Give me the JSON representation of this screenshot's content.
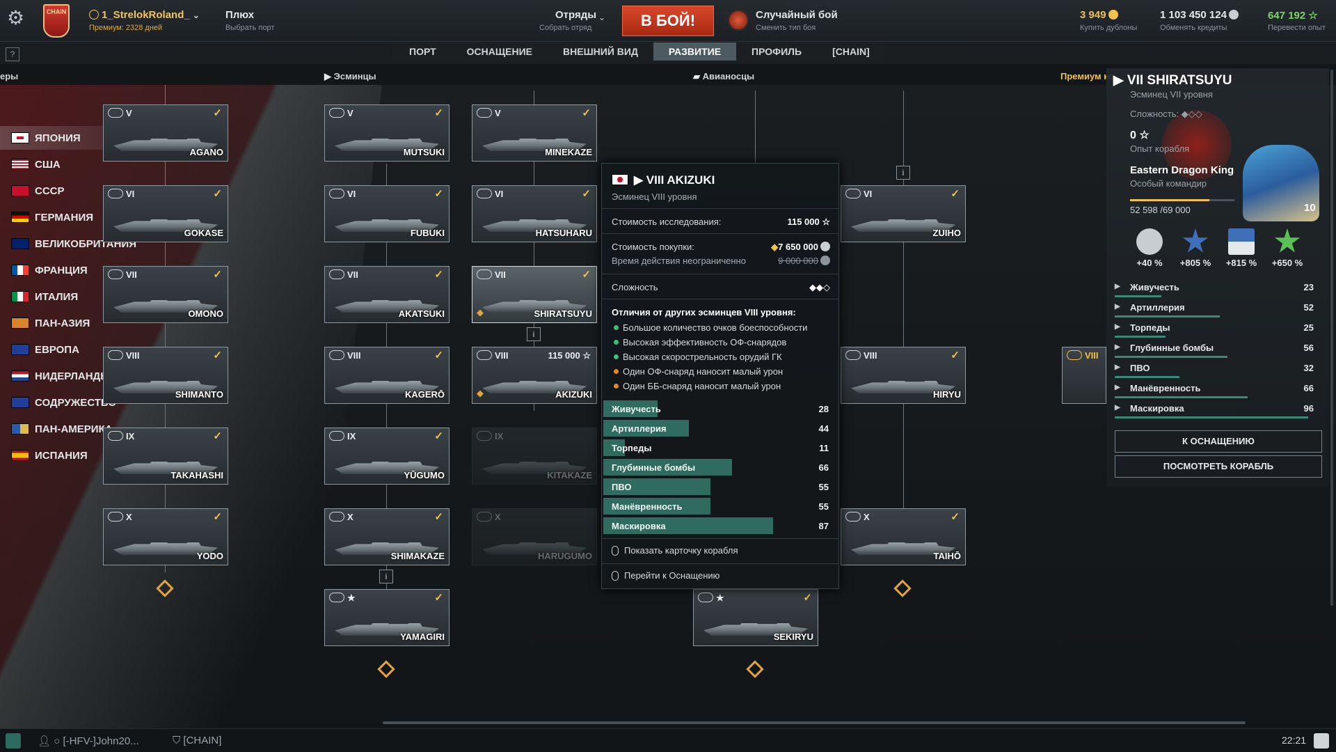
{
  "header": {
    "username": "1_StrelokRoland_",
    "premium": "Премиум: 2328 дней",
    "port_name": "Плюх",
    "port_sub": "Выбрать порт",
    "division": "Отряды",
    "division_sub": "Собрать отряд",
    "battle_button": "В БОЙ!",
    "mode": "Случайный бой",
    "mode_sub": "Сменить тип боя",
    "doubloons": "3 949",
    "doubloons_sub": "Купить дублоны",
    "credits": "1 103 450 124",
    "credits_sub": "Обменять кредиты",
    "freexp": "647 192",
    "freexp_sub": "Перевести опыт",
    "clan_tag": "CHAIN"
  },
  "tabs": [
    "ПОРТ",
    "ОСНАЩЕНИЕ",
    "ВНЕШНИЙ ВИД",
    "РАЗВИТИЕ",
    "ПРОФИЛЬ",
    "[CHAIN]"
  ],
  "active_tab": "РАЗВИТИЕ",
  "help": "?",
  "subheaders": {
    "left": "еры",
    "destroyers": "Эсминцы",
    "carriers": "Авианосцы",
    "premium": "Премиум ко"
  },
  "nations": [
    "ЯПОНИЯ",
    "США",
    "СССР",
    "ГЕРМАНИЯ",
    "ВЕЛИКОБРИТАНИЯ",
    "ФРАНЦИЯ",
    "ИТАЛИЯ",
    "ПАН-АЗИЯ",
    "ЕВРОПА",
    "НИДЕРЛАНДЫ",
    "СОДРУЖЕСТВО",
    "ПАН-АМЕРИКА",
    "ИСПАНИЯ"
  ],
  "ships": {
    "c1": [
      {
        "tier": "V",
        "name": "AGANO"
      },
      {
        "tier": "VI",
        "name": "GOKASE"
      },
      {
        "tier": "VII",
        "name": "OMONO"
      },
      {
        "tier": "VIII",
        "name": "SHIMANTO"
      },
      {
        "tier": "IX",
        "name": "TAKAHASHI"
      },
      {
        "tier": "X",
        "name": "YODO"
      }
    ],
    "c2": [
      {
        "tier": "V",
        "name": "MUTSUKI"
      },
      {
        "tier": "VI",
        "name": "FUBUKI"
      },
      {
        "tier": "VII",
        "name": "AKATSUKI"
      },
      {
        "tier": "VIII",
        "name": "KAGERŌ"
      },
      {
        "tier": "IX",
        "name": "YŪGUMO"
      },
      {
        "tier": "X",
        "name": "SHIMAKAZE"
      },
      {
        "tier": "★",
        "name": "YAMAGIRI"
      }
    ],
    "c3": [
      {
        "tier": "V",
        "name": "MINEKAZE"
      },
      {
        "tier": "VI",
        "name": "HATSUHARU"
      },
      {
        "tier": "VII",
        "name": "SHIRATSUYU"
      },
      {
        "tier": "VIII",
        "name": "AKIZUKI",
        "price": "115 000 ☆"
      },
      {
        "tier": "IX",
        "name": "KITAKAZE"
      },
      {
        "tier": "X",
        "name": "HARUGUMO"
      }
    ],
    "carrier_star": {
      "tier": "★",
      "name": "SEKIRYU"
    },
    "c5": [
      {
        "tier": "VI",
        "name": "ZUIHO"
      },
      {
        "tier": "VIII",
        "name": "HIRYU"
      },
      {
        "tier": "X",
        "name": "TAIHŌ"
      }
    ],
    "premium_tier": "VIII"
  },
  "tooltip": {
    "title": "VIII AKIZUKI",
    "subtitle": "Эсминец VIII уровня",
    "research_label": "Стоимость исследования:",
    "research_value": "115 000 ☆",
    "buy_label": "Стоимость покупки:",
    "buy_value": "7 650 000",
    "duration_label": "Время действия неограниченно",
    "old_price": "9 000 000",
    "difficulty_label": "Сложность",
    "difficulty": "◆◆◇",
    "diff_title": "Отличия от других эсминцев VIII уровня:",
    "diffs": [
      {
        "text": "Большое количество очков боеспособности",
        "color": "#3fbf7a"
      },
      {
        "text": "Высокая эффективность ОФ-снарядов",
        "color": "#3fbf7a"
      },
      {
        "text": "Высокая скорострельность орудий ГК",
        "color": "#3fbf7a"
      },
      {
        "text": "Один ОФ-снаряд наносит малый урон",
        "color": "#e08a2a"
      },
      {
        "text": "Один ББ-снаряд наносит малый урон",
        "color": "#e08a2a"
      }
    ],
    "stats": [
      {
        "label": "Живучесть",
        "value": "28"
      },
      {
        "label": "Артиллерия",
        "value": "44"
      },
      {
        "label": "Торпеды",
        "value": "11"
      },
      {
        "label": "Глубинные бомбы",
        "value": "66"
      },
      {
        "label": "ПВО",
        "value": "55"
      },
      {
        "label": "Манёвренность",
        "value": "55"
      },
      {
        "label": "Маскировка",
        "value": "87"
      }
    ],
    "action1": "Показать карточку корабля",
    "action2": "Перейти к Оснащению"
  },
  "panel": {
    "title": "VII SHIRATSUYU",
    "subtitle": "Эсминец VII уровня",
    "difficulty": "Сложность: ◆◇◇",
    "xp": "0 ☆",
    "xp_label": "Опыт корабля",
    "commander": "Eastern Dragon King",
    "commander_sub": "Особый командир",
    "commander_xp": "52 598 /69 000",
    "commander_level": "10",
    "bonuses": [
      "+40 %",
      "+805 %",
      "+815 %",
      "+650 %"
    ],
    "stats": [
      {
        "label": "Живучесть",
        "value": "23"
      },
      {
        "label": "Артиллерия",
        "value": "52"
      },
      {
        "label": "Торпеды",
        "value": "25"
      },
      {
        "label": "Глубинные бомбы",
        "value": "56"
      },
      {
        "label": "ПВО",
        "value": "32"
      },
      {
        "label": "Манёвренность",
        "value": "66"
      },
      {
        "label": "Маскировка",
        "value": "96"
      }
    ],
    "btn_equip": "К ОСНАЩЕНИЮ",
    "btn_view": "ПОСМОТРЕТЬ КОРАБЛЬ"
  },
  "footer": {
    "player": "[-HFV-]John20...",
    "clan": "[CHAIN]",
    "time": "22:21"
  },
  "colors": {
    "accent": "#f3c14d",
    "battle": "#c73b1f",
    "stat_bar": "#2f6b5f"
  }
}
